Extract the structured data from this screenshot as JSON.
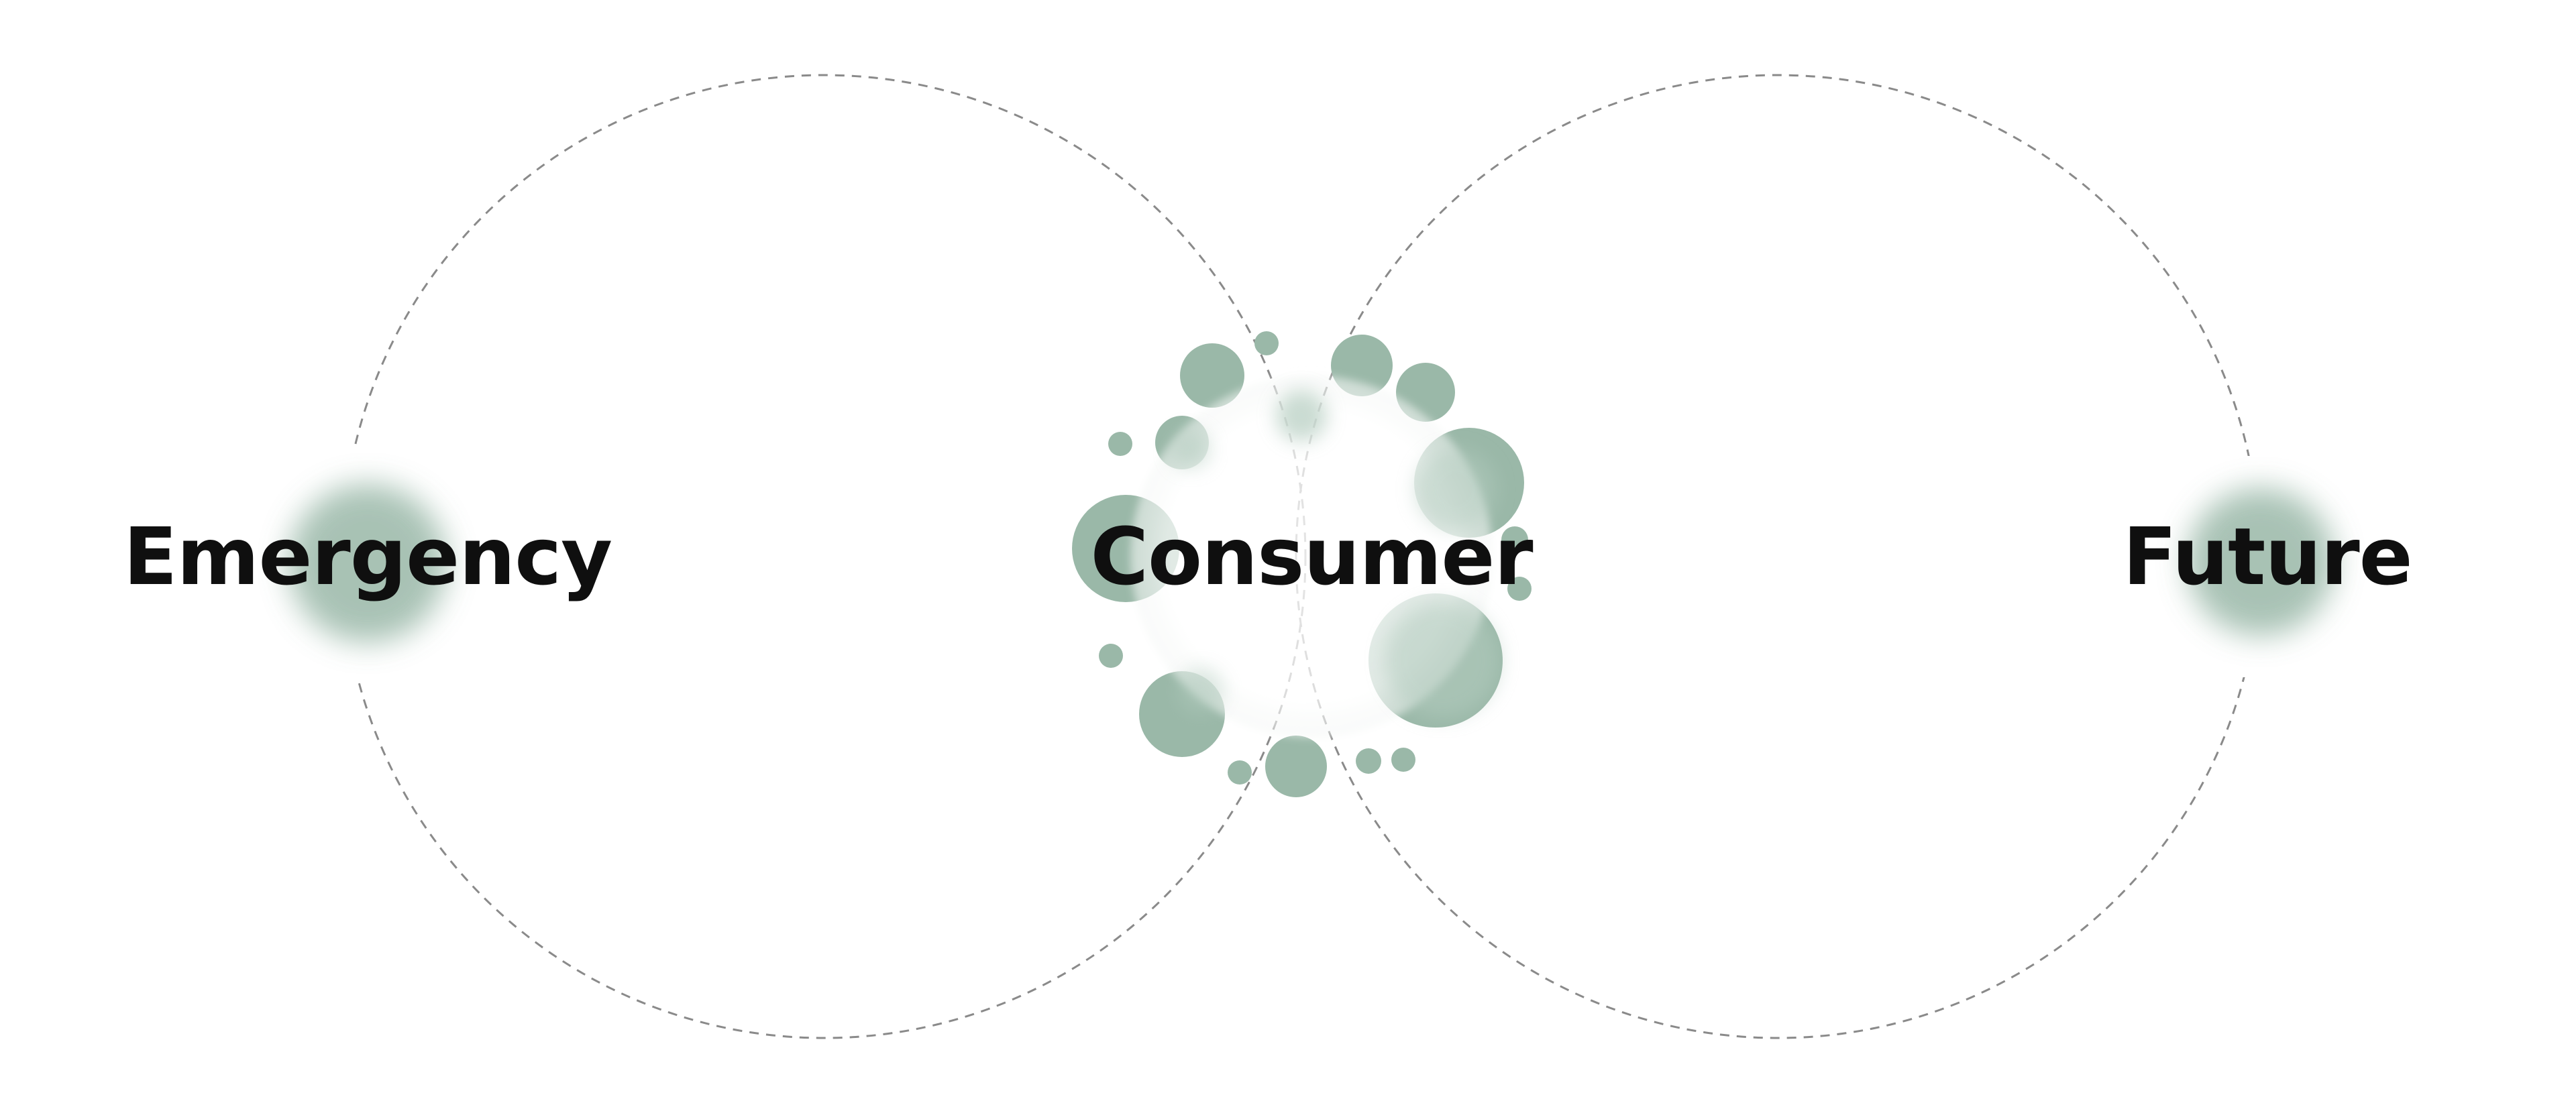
{
  "nodes": {
    "emergency": {
      "label": "Emergency"
    },
    "consumer": {
      "label": "Consumer"
    },
    "future": {
      "label": "Future"
    }
  },
  "colors": {
    "accent": "#9ab8a8",
    "accent_light": "#b4ccbf",
    "dash": "#8a8a8a",
    "text": "#0f0f0f",
    "background": "#ffffff"
  }
}
